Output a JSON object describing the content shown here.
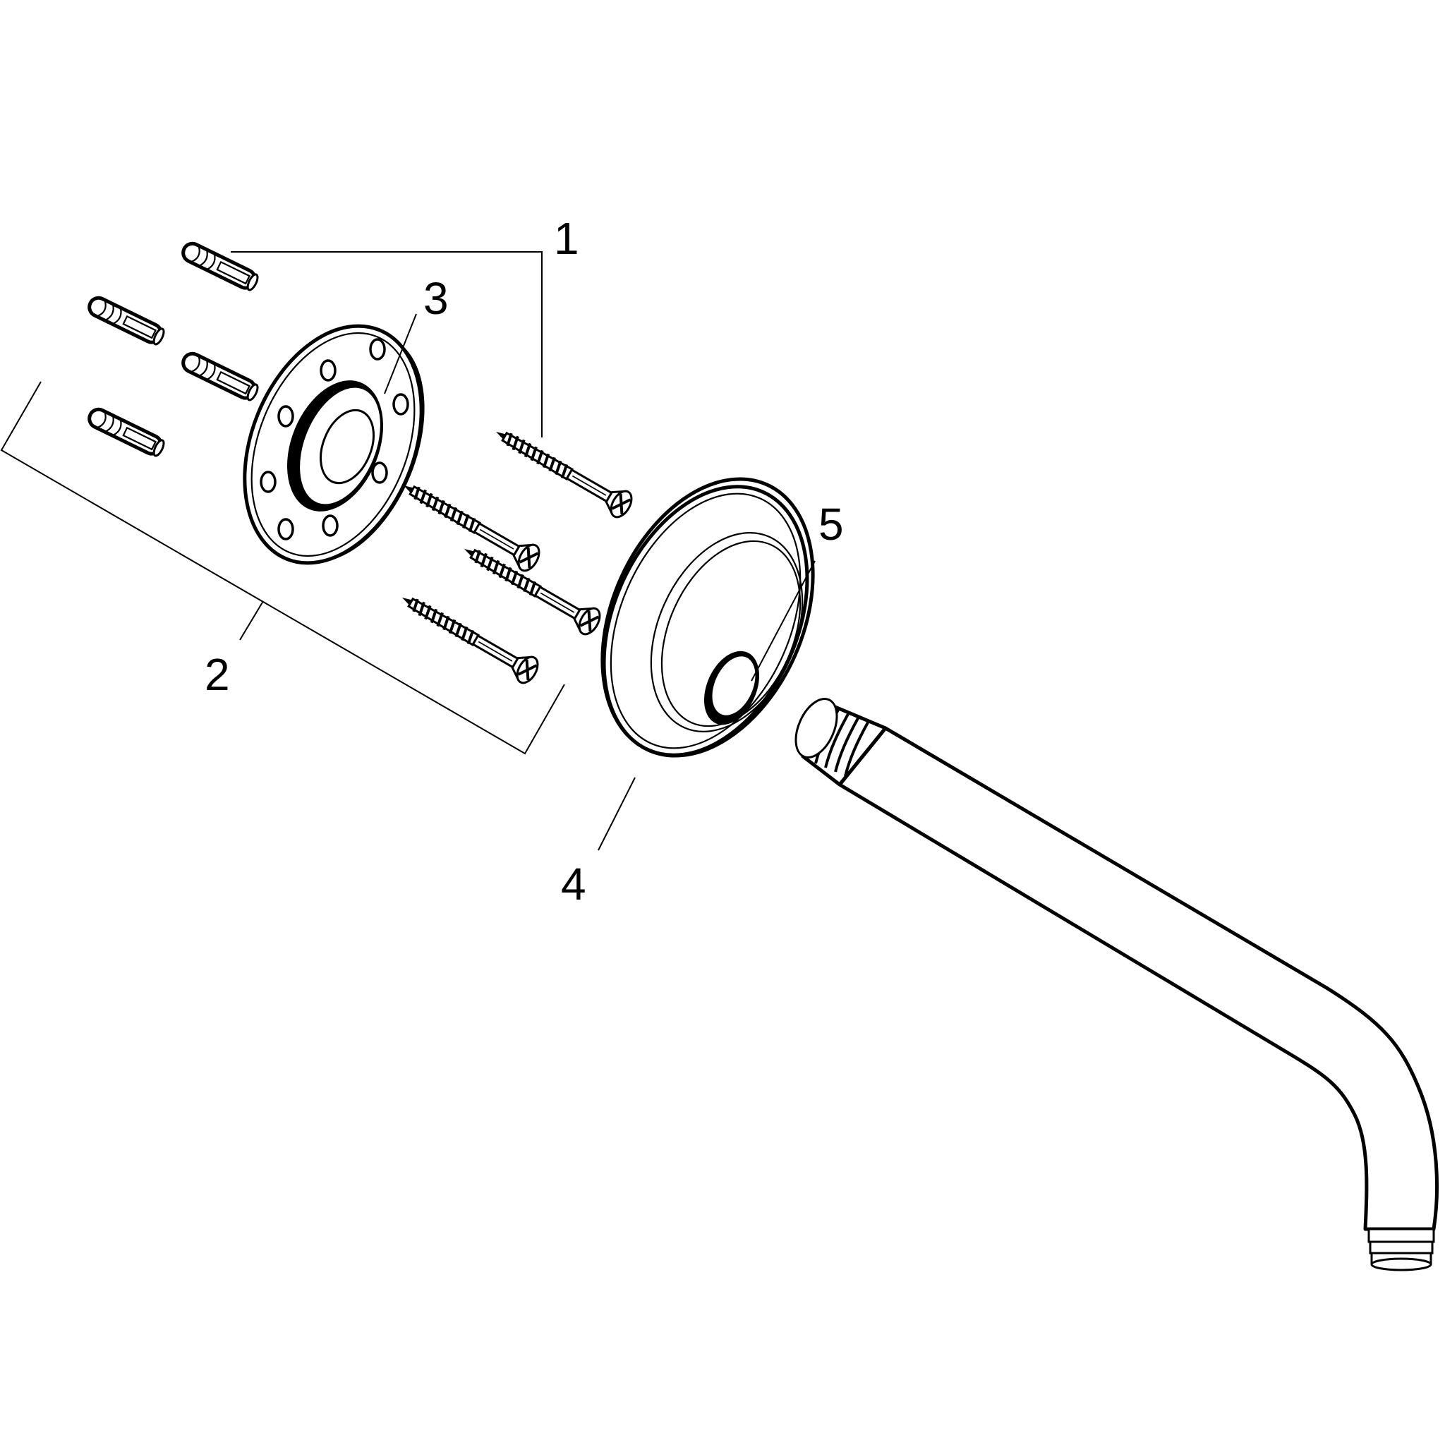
{
  "callouts": {
    "c1": "1",
    "c2": "2",
    "c3": "3",
    "c4": "4",
    "c5": "5"
  },
  "colors": {
    "line": "#000000",
    "background": "#ffffff"
  },
  "icons": {
    "dowel": "wall-plug-icon",
    "screw": "wood-screw-icon",
    "plate": "mounting-plate-icon",
    "rosette": "escutcheon-rosette-icon",
    "arm": "shower-arm-icon"
  }
}
